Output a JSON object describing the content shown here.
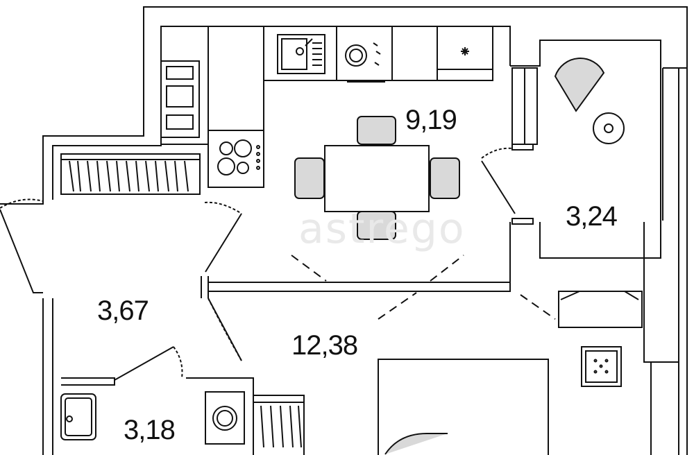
{
  "rooms": [
    {
      "id": "kitchen",
      "area": "9,19"
    },
    {
      "id": "balcony",
      "area": "3,24"
    },
    {
      "id": "hallway",
      "area": "3,67"
    },
    {
      "id": "bedroom",
      "area": "12,38"
    },
    {
      "id": "bathroom",
      "area": "3,18"
    }
  ],
  "watermark": "astrego",
  "colors": {
    "wall": "#111111",
    "furniture_fill": "#d9d9d9",
    "background": "#ffffff"
  }
}
